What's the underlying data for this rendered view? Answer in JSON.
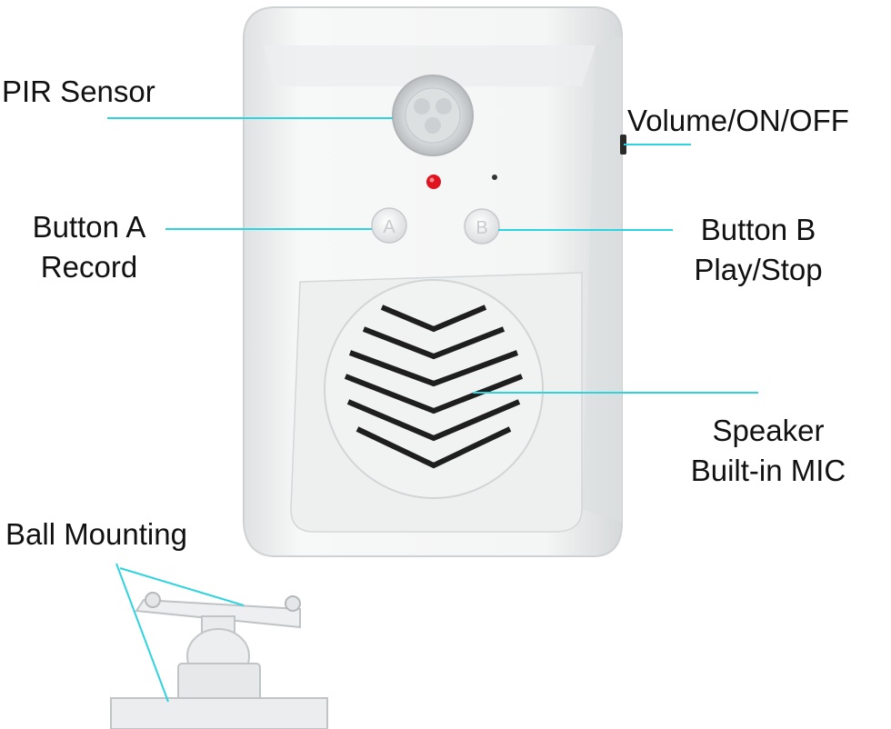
{
  "colors": {
    "callout_line": "#2ed3e0",
    "device_body": "#f3f4f4",
    "device_shadow": "#c9cccd",
    "led": "#e0141e",
    "text": "#111111"
  },
  "labels": {
    "pir_sensor": "PIR Sensor",
    "volume_switch": "Volume/ON/OFF",
    "button_a_line1": "Button A",
    "button_a_line2": "Record",
    "button_b_line1": "Button B",
    "button_b_line2": "Play/Stop",
    "speaker_line1": "Speaker",
    "speaker_line2": "Built-in MIC",
    "ball_mounting": "Ball Mounting"
  },
  "device": {
    "button_a_letter": "A",
    "button_b_letter": "B"
  }
}
